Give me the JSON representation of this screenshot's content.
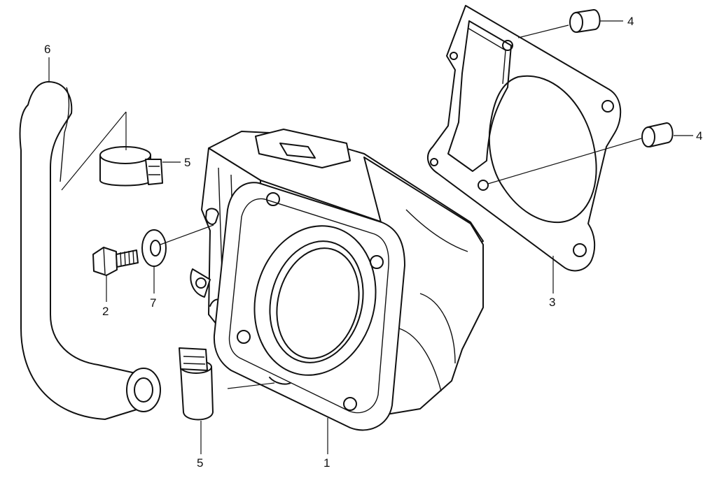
{
  "callouts": [
    {
      "id": "c1",
      "label": "1",
      "part": "cylinder"
    },
    {
      "id": "c2",
      "label": "2",
      "part": "bolt"
    },
    {
      "id": "c3",
      "label": "3",
      "part": "cylinder-gasket"
    },
    {
      "id": "c4a",
      "label": "4",
      "part": "dowel-pin"
    },
    {
      "id": "c4b",
      "label": "4",
      "part": "dowel-pin"
    },
    {
      "id": "c5a",
      "label": "5",
      "part": "hose-clamp"
    },
    {
      "id": "c5b",
      "label": "5",
      "part": "hose-clamp"
    },
    {
      "id": "c6",
      "label": "6",
      "part": "water-hose"
    },
    {
      "id": "c7",
      "label": "7",
      "part": "washer"
    }
  ]
}
